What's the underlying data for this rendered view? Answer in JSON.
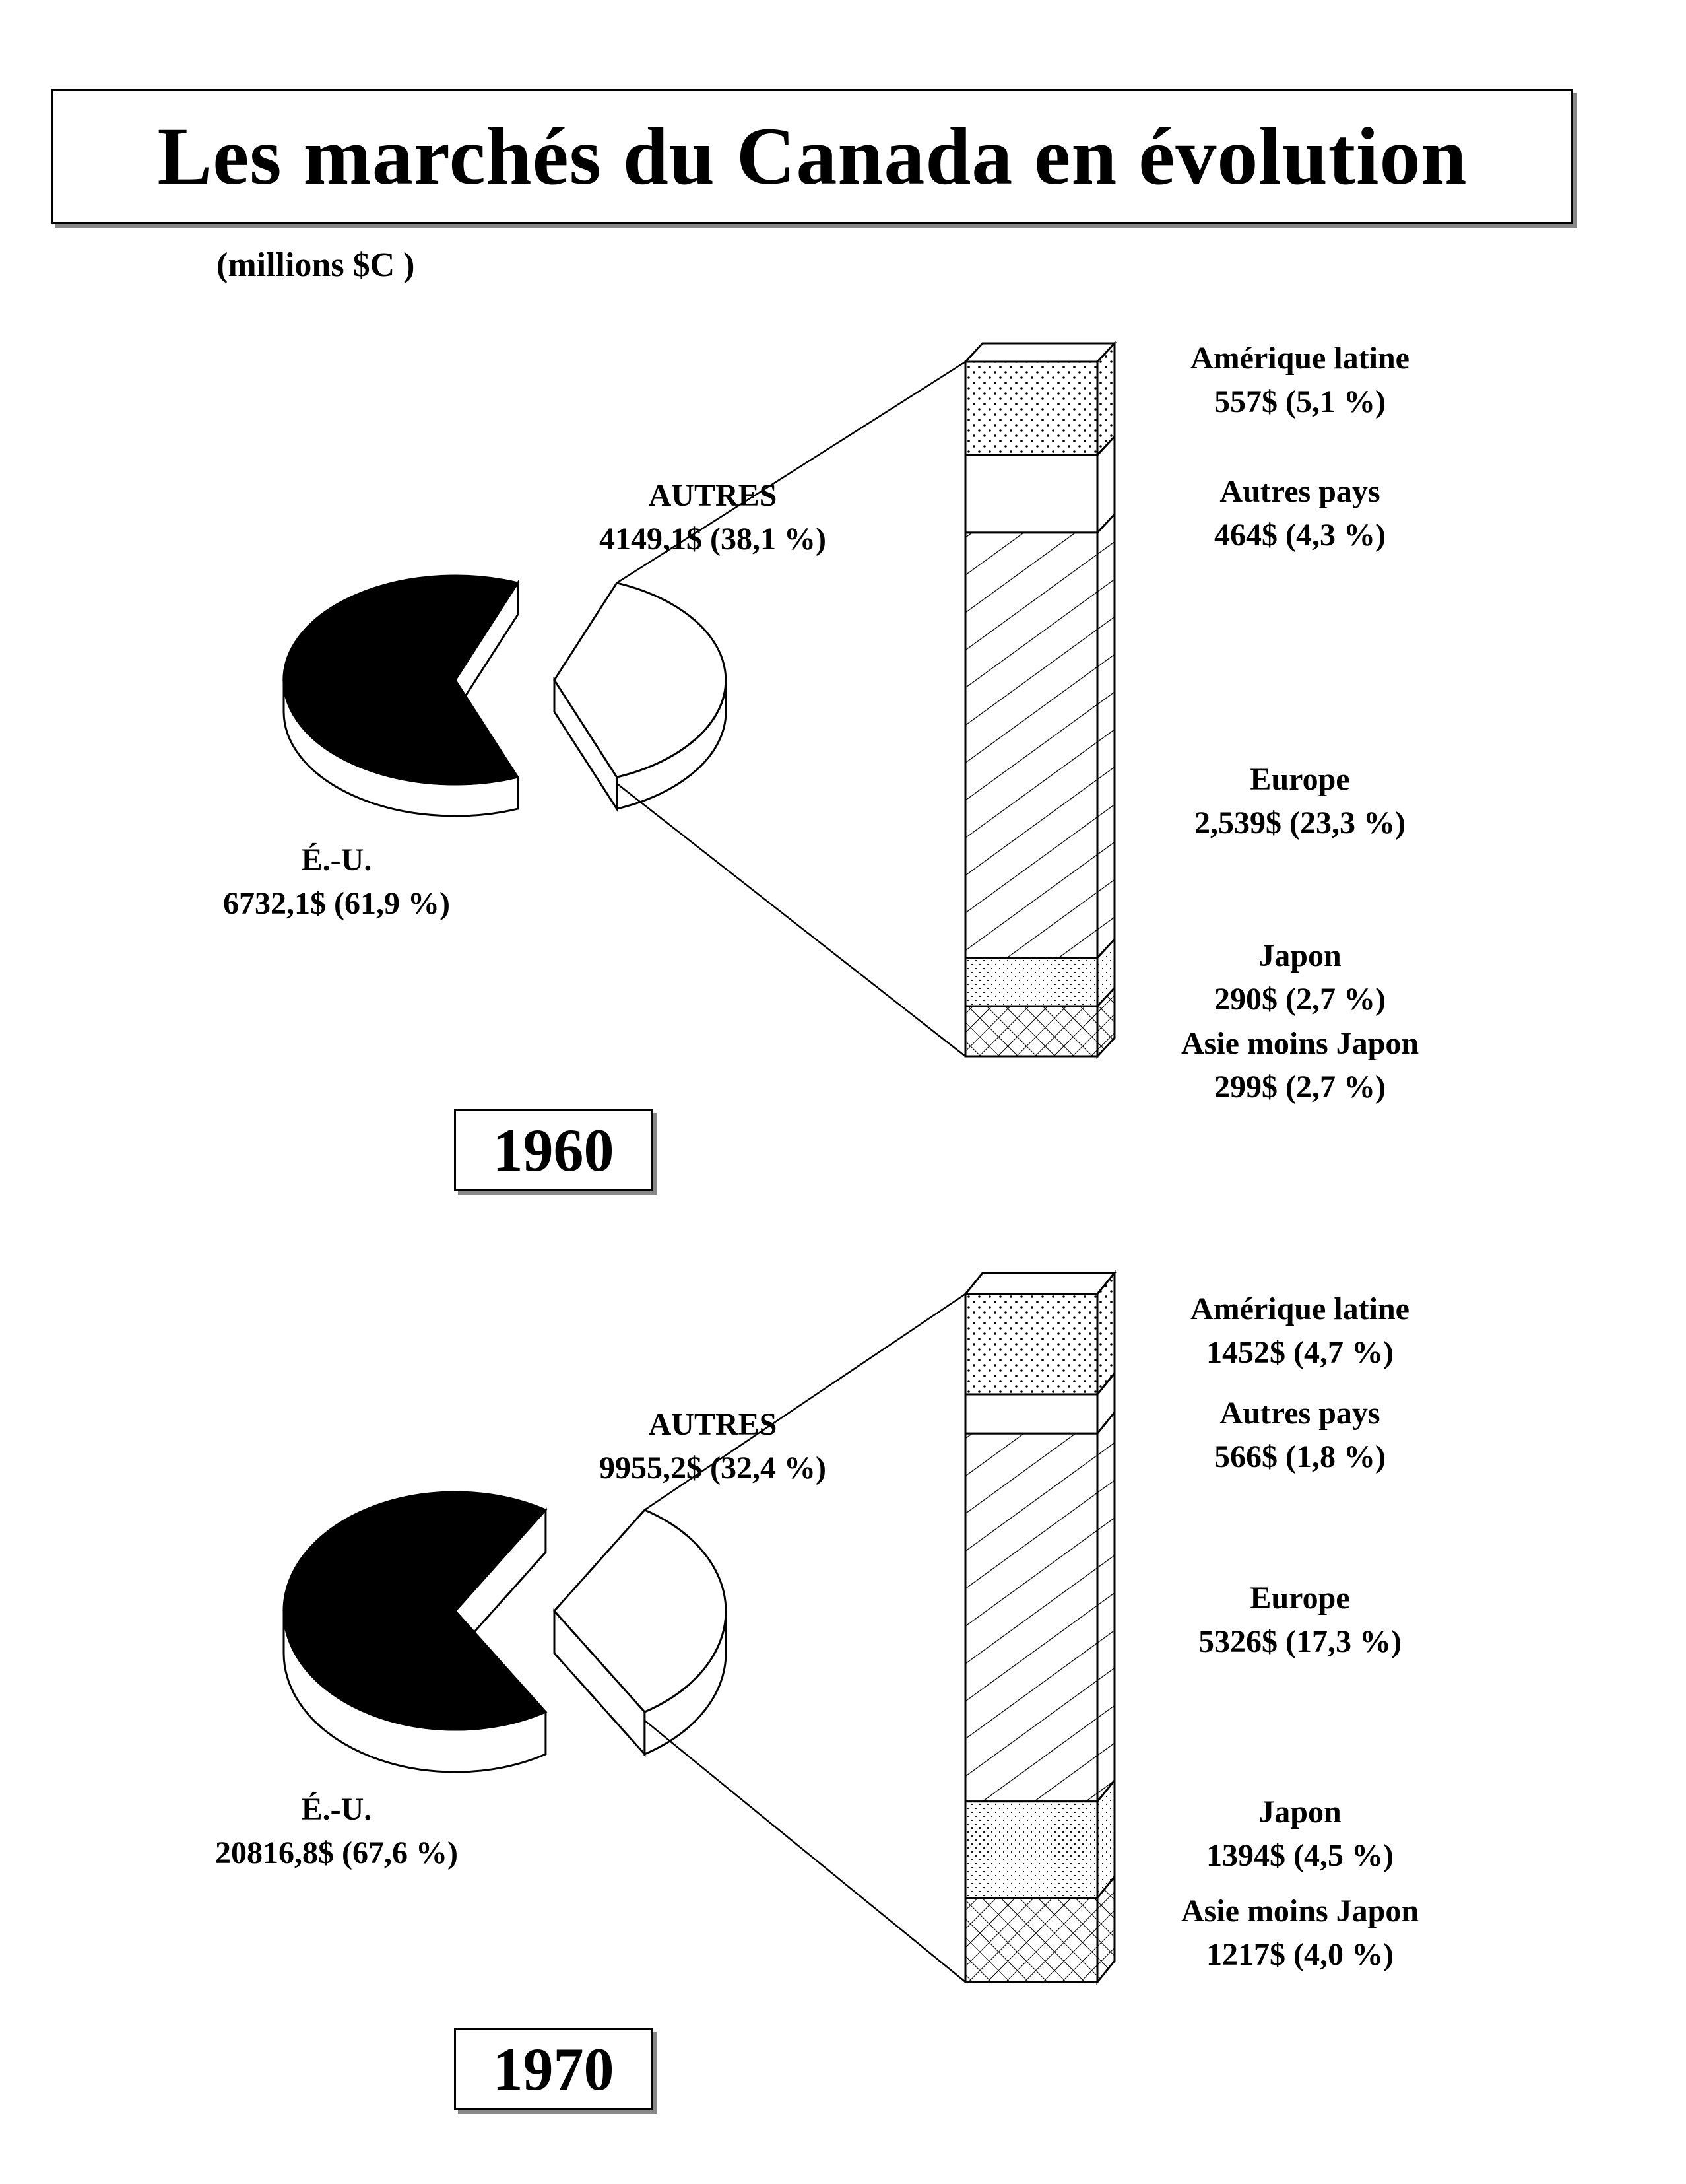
{
  "title": "Les marchés du Canada en évolution",
  "subtitle": "(millions $C )",
  "chart_data": [
    {
      "type": "pie",
      "year": "1960",
      "pie": [
        {
          "label": "É.-U.",
          "value_text": "6732,1$ (61,9 %)",
          "value": 6732.1,
          "percent": 61.9,
          "fill": "#000000"
        },
        {
          "label": "AUTRES",
          "value_text": "4149,1$ (38,1 %)",
          "value": 4149.1,
          "percent": 38.1,
          "fill": "#ffffff"
        }
      ],
      "breakdown": [
        {
          "label": "Amérique latine",
          "value_text": "557$ (5,1 %)",
          "value": 557,
          "percent": 5.1,
          "pattern": "dots"
        },
        {
          "label": "Autres pays",
          "value_text": "464$ (4,3 %)",
          "value": 464,
          "percent": 4.3,
          "pattern": "none"
        },
        {
          "label": "Europe",
          "value_text": "2,539$ (23,3 %)",
          "value": 2539,
          "percent": 23.3,
          "pattern": "diagonal"
        },
        {
          "label": "Japon",
          "value_text": "290$ (2,7 %)",
          "value": 290,
          "percent": 2.7,
          "pattern": "fine-dots"
        },
        {
          "label": "Asie moins Japon",
          "value_text": "299$ (2,7 %)",
          "value": 299,
          "percent": 2.7,
          "pattern": "crosshatch"
        }
      ]
    },
    {
      "type": "pie",
      "year": "1970",
      "pie": [
        {
          "label": "É.-U.",
          "value_text": "20816,8$ (67,6 %)",
          "value": 20816.8,
          "percent": 67.6,
          "fill": "#000000"
        },
        {
          "label": "AUTRES",
          "value_text": "9955,2$ (32,4 %)",
          "value": 9955.2,
          "percent": 32.4,
          "fill": "#ffffff"
        }
      ],
      "breakdown": [
        {
          "label": "Amérique latine",
          "value_text": "1452$ (4,7 %)",
          "value": 1452,
          "percent": 4.7,
          "pattern": "dots"
        },
        {
          "label": "Autres pays",
          "value_text": "566$ (1,8 %)",
          "value": 566,
          "percent": 1.8,
          "pattern": "none"
        },
        {
          "label": "Europe",
          "value_text": "5326$ (17,3 %)",
          "value": 5326,
          "percent": 17.3,
          "pattern": "diagonal"
        },
        {
          "label": "Japon",
          "value_text": "1394$ (4,5 %)",
          "value": 1394,
          "percent": 4.5,
          "pattern": "fine-dots"
        },
        {
          "label": "Asie moins Japon",
          "value_text": "1217$ (4,0 %)",
          "value": 1217,
          "percent": 4.0,
          "pattern": "crosshatch"
        }
      ]
    }
  ]
}
